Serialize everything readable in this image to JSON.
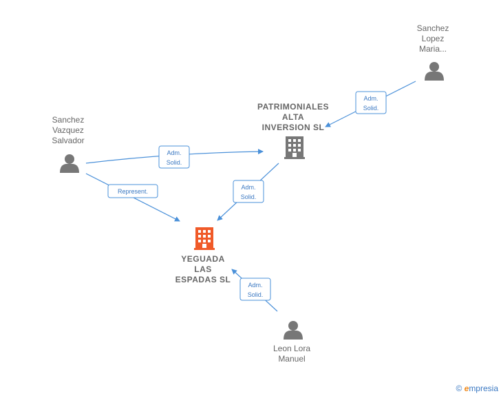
{
  "nodes": {
    "sanchez_lopez": {
      "lines": [
        "Sanchez",
        "Lopez",
        "Maria..."
      ],
      "type": "person"
    },
    "patrimoniales": {
      "lines": [
        "PATRIMONIALES",
        "ALTA",
        "INVERSION  SL"
      ],
      "type": "company"
    },
    "sanchez_vazquez": {
      "lines": [
        "Sanchez",
        "Vazquez",
        "Salvador"
      ],
      "type": "person"
    },
    "yeguada": {
      "lines": [
        "YEGUADA",
        "LAS",
        "ESPADAS  SL"
      ],
      "type": "company-main"
    },
    "leon_lora": {
      "lines": [
        "Leon Lora",
        "Manuel"
      ],
      "type": "person"
    }
  },
  "edges": {
    "e1": {
      "lines": [
        "Adm.",
        "Solid."
      ]
    },
    "e2": {
      "lines": [
        "Adm.",
        "Solid."
      ]
    },
    "e3": {
      "lines": [
        "Represent."
      ]
    },
    "e4": {
      "lines": [
        "Adm.",
        "Solid."
      ]
    },
    "e5": {
      "lines": [
        "Adm.",
        "Solid."
      ]
    }
  },
  "colors": {
    "person": "#777777",
    "company": "#777777",
    "company_main": "#f05a28",
    "edge": "#4a90d9"
  },
  "footer": {
    "copyright": "©",
    "brand_first": "e",
    "brand_rest": "mpresia"
  }
}
